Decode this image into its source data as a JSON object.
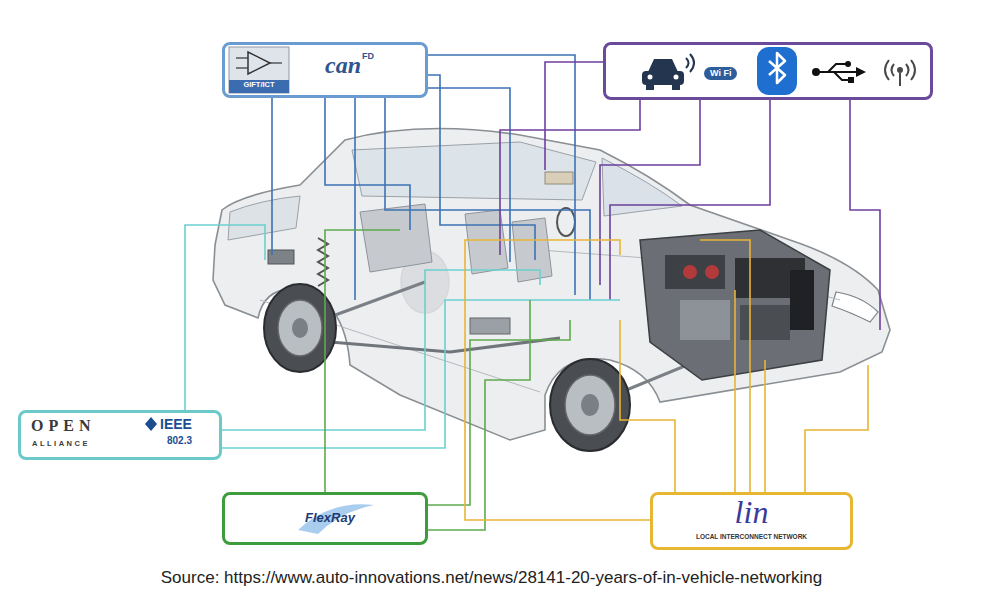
{
  "diagram": {
    "caption": "Source: https://www.auto-innovations.net/news/28141-20-years-of-in-vehicle-networking",
    "nodes": [
      {
        "text": [
          "GIFT/ICT",
          "can",
          "FD"
        ]
      },
      {
        "text": [
          "Wi Fi"
        ]
      },
      {
        "text": [
          "OPEN",
          "ALLIANCE",
          "IEEE",
          "802.3"
        ]
      },
      {
        "text": [
          "FlexRay"
        ]
      },
      {
        "text": [
          "lin",
          "LOCAL INTERCONNECT NETWORK"
        ]
      }
    ]
  }
}
